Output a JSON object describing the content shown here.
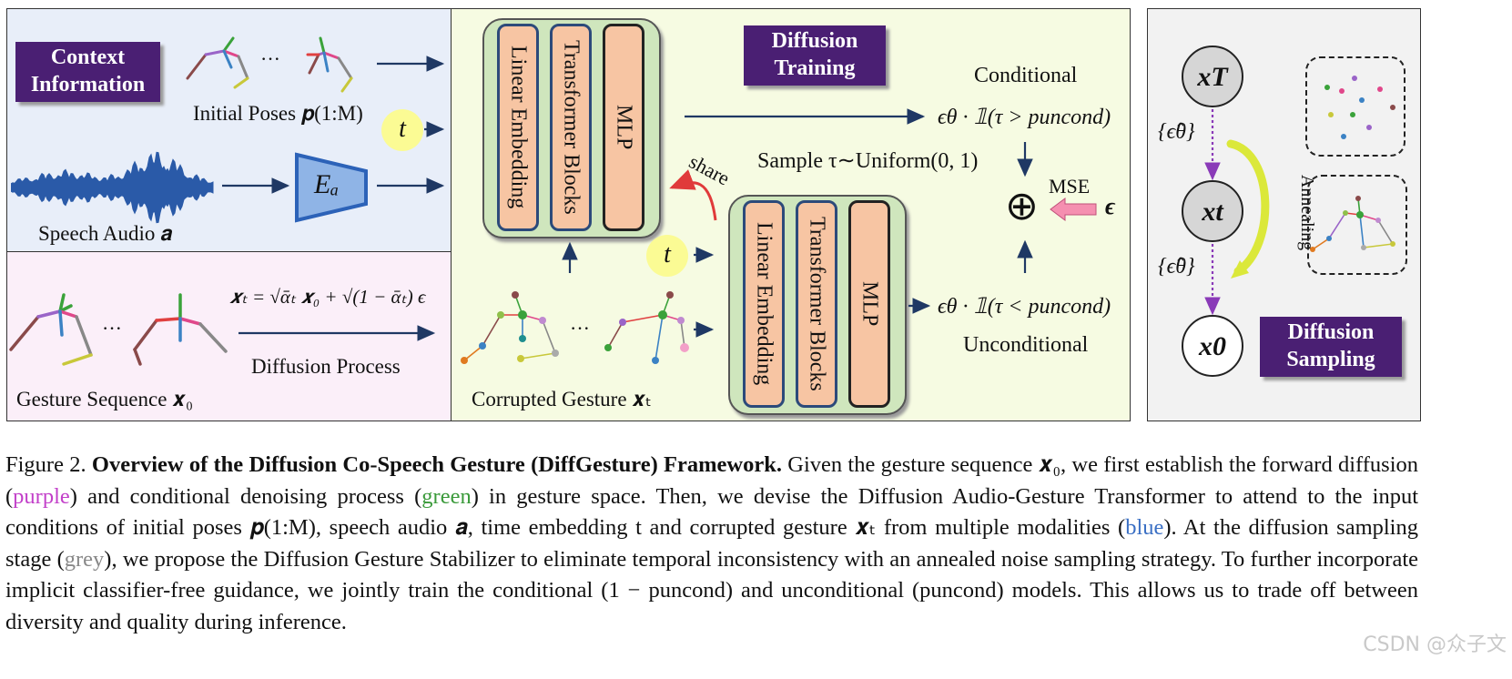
{
  "panels": {
    "context": {
      "title": "Context\nInformation",
      "initial_poses_label": "Initial Poses 𝒑(1:M)",
      "speech_audio_label": "Speech Audio 𝒂",
      "encoder_label": "Eₐ",
      "time_label": "t",
      "ellipsis": "···"
    },
    "diffusion_process": {
      "formula": "𝒙ₜ = √ᾱₜ 𝒙₀ + √(1 − ᾱₜ) ϵ",
      "process_label": "Diffusion Process",
      "gesture_label": "Gesture Sequence 𝒙₀",
      "ellipsis": "···"
    },
    "training": {
      "title": "Diffusion\nTraining",
      "blocks": [
        "Linear Embedding",
        "Transformer Blocks",
        "MLP"
      ],
      "share_label": "share",
      "time_label": "t",
      "corrupted_label": "Corrupted Gesture 𝒙ₜ",
      "ellipsis": "···",
      "conditional_label": "Conditional",
      "unconditional_label": "Unconditional",
      "conditional_formula": "ϵθ · 𝟙(τ > puncond)",
      "unconditional_formula": "ϵθ · 𝟙(τ < puncond)",
      "sample_label": "Sample τ∼Uniform(0, 1)",
      "mse_label": "MSE",
      "epsilon_label": "ϵ",
      "oplus": "⊕"
    },
    "sampling": {
      "title": "Diffusion\nSampling",
      "node_top": "xT",
      "node_mid": "xt",
      "node_bottom": "x0",
      "eps_top": "{ϵ̂θ}",
      "eps_bottom": "{ϵ̂θ}",
      "annealing_label": "Annealing"
    }
  },
  "caption": {
    "prefix": "Figure 2. ",
    "bold": "Overview of the Diffusion Co-Speech Gesture (DiffGesture) Framework.",
    "s1": " Given the gesture sequence 𝒙₀, we first establish the forward diffusion (",
    "purple": "purple",
    "s2": ") and conditional denoising process (",
    "green": "green",
    "s3": ") in gesture space. Then, we devise the Diffusion Audio-Gesture Transformer to attend to the input conditions of initial poses 𝒑(1:M), speech audio 𝒂, time embedding t and corrupted gesture 𝒙ₜ from multiple modalities (",
    "blue": "blue",
    "s4": "). At the diffusion sampling stage (",
    "grey": "grey",
    "s5": "), we propose the Diffusion Gesture Stabilizer to eliminate temporal inconsistency with an annealed noise sampling strategy. To further incorporate implicit classifier-free guidance, we jointly train the conditional (1 − puncond) and unconditional (puncond) models. This allows us to trade off between diversity and quality during inference."
  },
  "watermark": "CSDN @众子文",
  "colors": {
    "context_bg": "#e8eef9",
    "process_bg": "#fbeff9",
    "training_bg": "#f6fbe2",
    "sampling_bg": "#f2f2f2",
    "title_box": "#4a1f73",
    "block_fill": "#f7c5a3",
    "module_fill": "#cfe6bd",
    "arrow": "#1f3864"
  }
}
